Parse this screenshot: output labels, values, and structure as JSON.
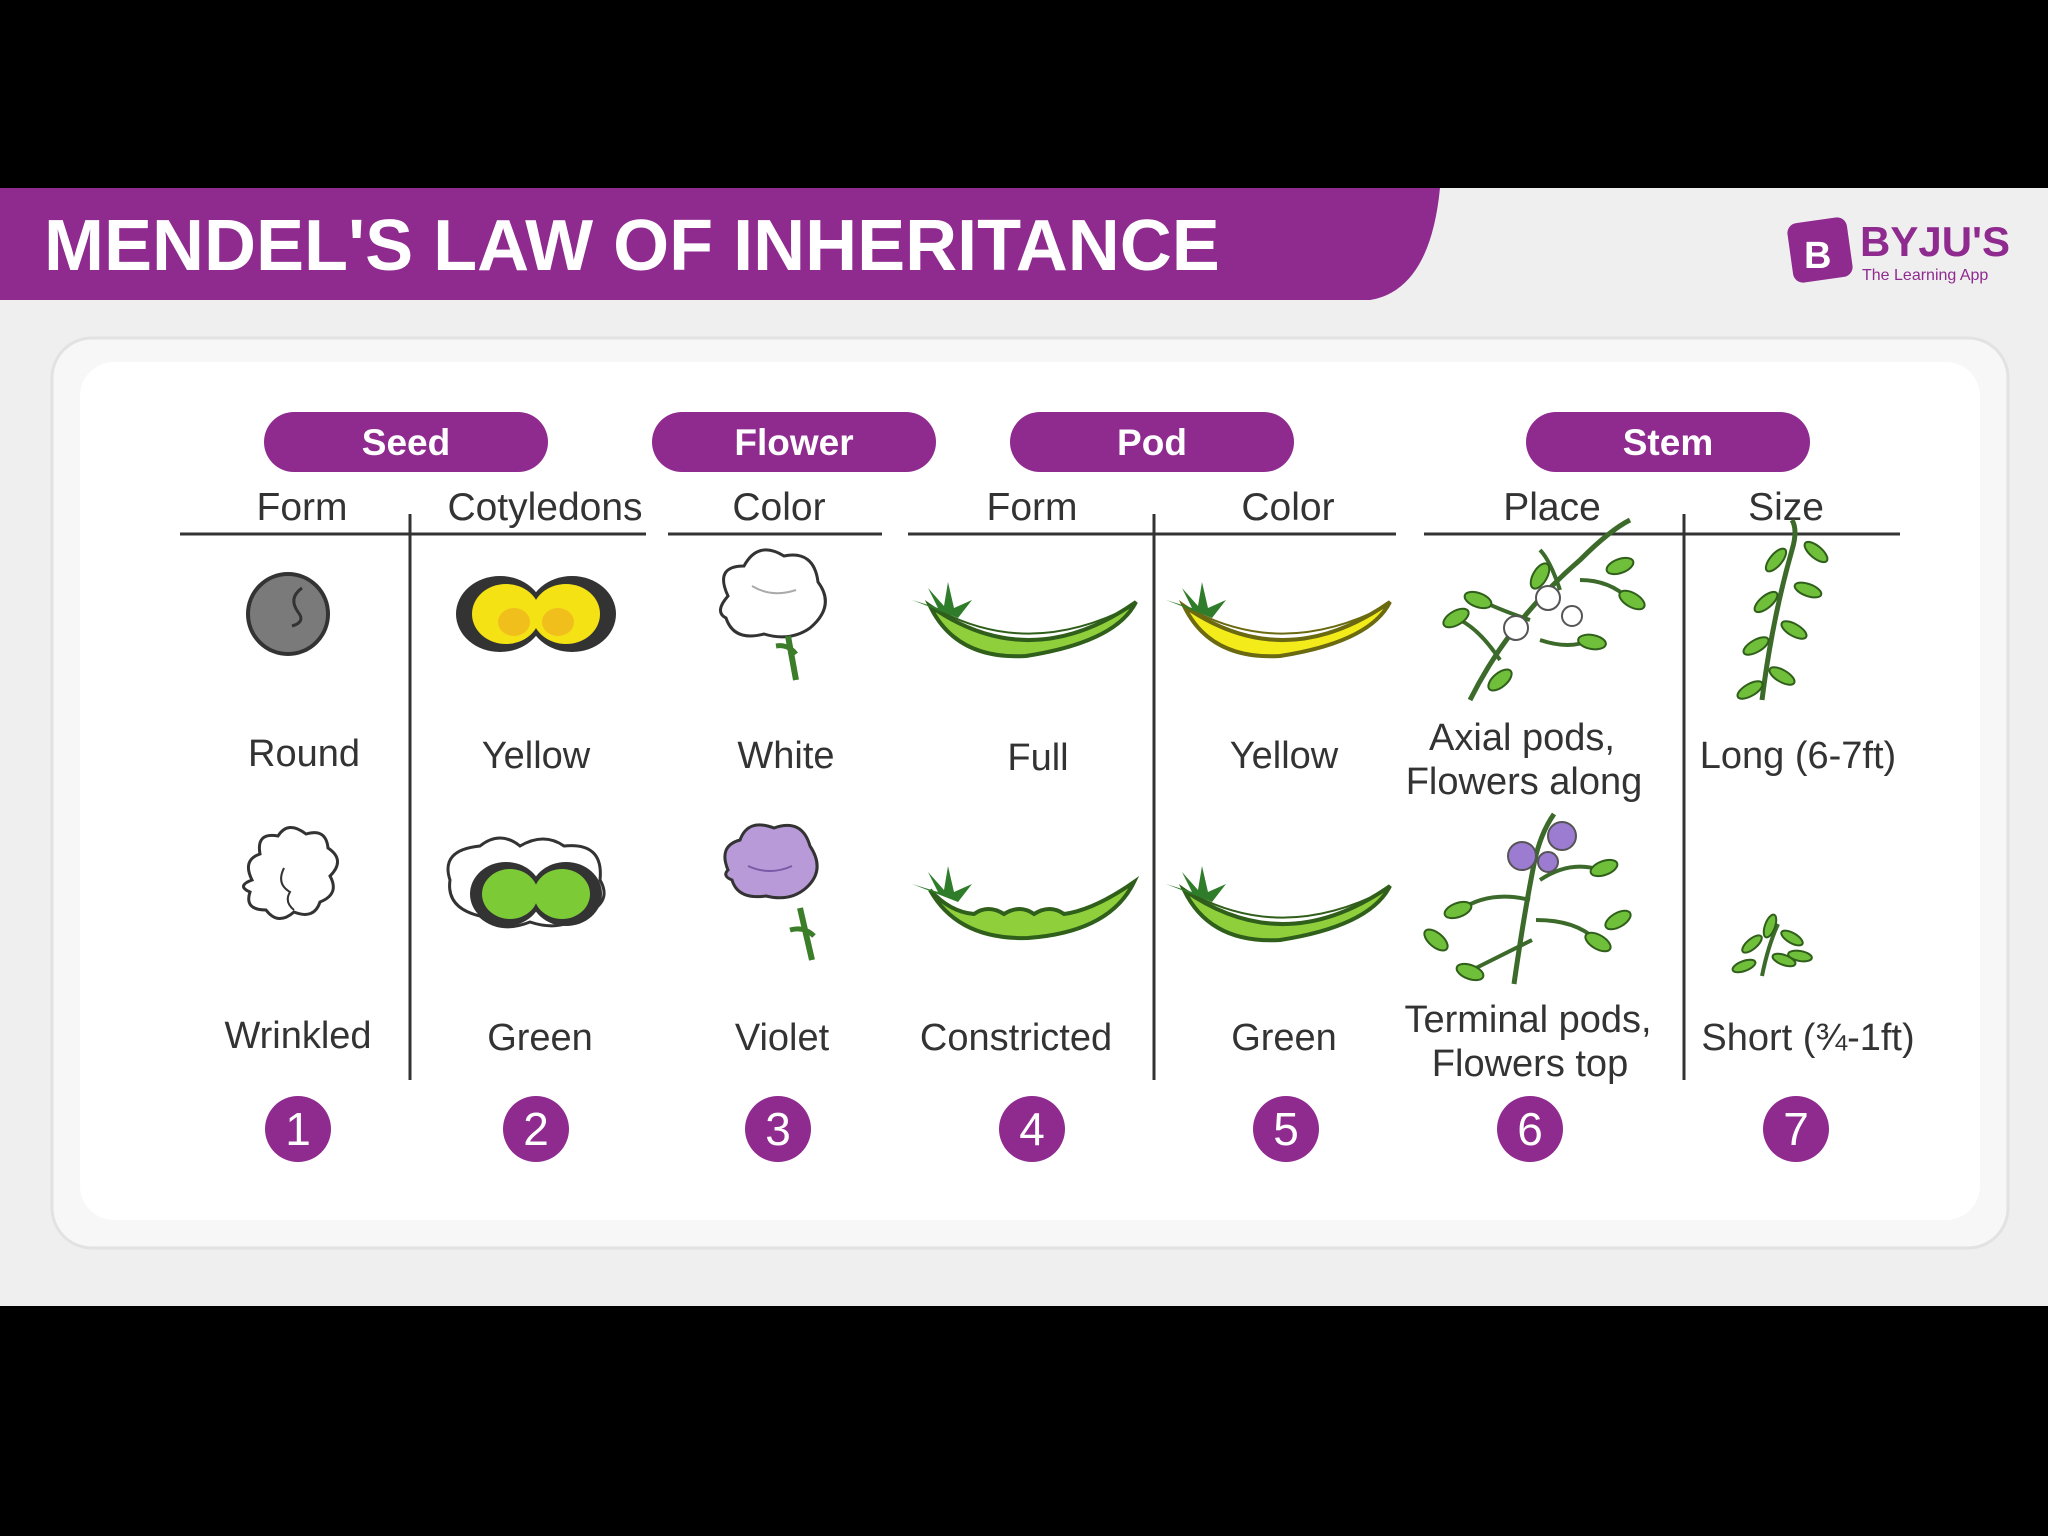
{
  "title": "MENDEL'S LAW OF INHERITANCE",
  "logo": {
    "brand": "BYJU'S",
    "tagline": "The Learning App",
    "mark": "B"
  },
  "colors": {
    "purple": "#8f2a8f",
    "background": "#efefef",
    "card": "#ffffff",
    "text": "#333333"
  },
  "categories": [
    {
      "label": "Seed"
    },
    {
      "label": "Flower"
    },
    {
      "label": "Pod"
    },
    {
      "label": "Stem"
    }
  ],
  "columns": [
    {
      "number": "1",
      "header": "Form",
      "top_label": [
        "Round"
      ],
      "bottom_label": [
        "Wrinkled"
      ],
      "top_icon": "round-seed-icon",
      "bottom_icon": "wrinkled-seed-icon"
    },
    {
      "number": "2",
      "header": "Cotyledons",
      "top_label": [
        "Yellow"
      ],
      "bottom_label": [
        "Green"
      ],
      "top_icon": "yellow-cotyledon-icon",
      "bottom_icon": "green-cotyledon-icon"
    },
    {
      "number": "3",
      "header": "Color",
      "top_label": [
        "White"
      ],
      "bottom_label": [
        "Violet"
      ],
      "top_icon": "white-flower-icon",
      "bottom_icon": "violet-flower-icon"
    },
    {
      "number": "4",
      "header": "Form",
      "top_label": [
        "Full"
      ],
      "bottom_label": [
        "Constricted"
      ],
      "top_icon": "full-pod-icon",
      "bottom_icon": "constricted-pod-icon"
    },
    {
      "number": "5",
      "header": "Color",
      "top_label": [
        "Yellow"
      ],
      "bottom_label": [
        "Green"
      ],
      "top_icon": "yellow-pod-icon",
      "bottom_icon": "green-pod-icon"
    },
    {
      "number": "6",
      "header": "Place",
      "top_label": [
        "Axial pods,",
        "Flowers along"
      ],
      "bottom_label": [
        "Terminal pods,",
        "Flowers top"
      ],
      "top_icon": "axial-flower-plant-icon",
      "bottom_icon": "terminal-flower-plant-icon"
    },
    {
      "number": "7",
      "header": "Size",
      "top_label": [
        "Long (6-7ft)"
      ],
      "bottom_label": [
        "Short (¾-1ft)"
      ],
      "top_icon": "long-stem-plant-icon",
      "bottom_icon": "short-stem-plant-icon"
    }
  ]
}
